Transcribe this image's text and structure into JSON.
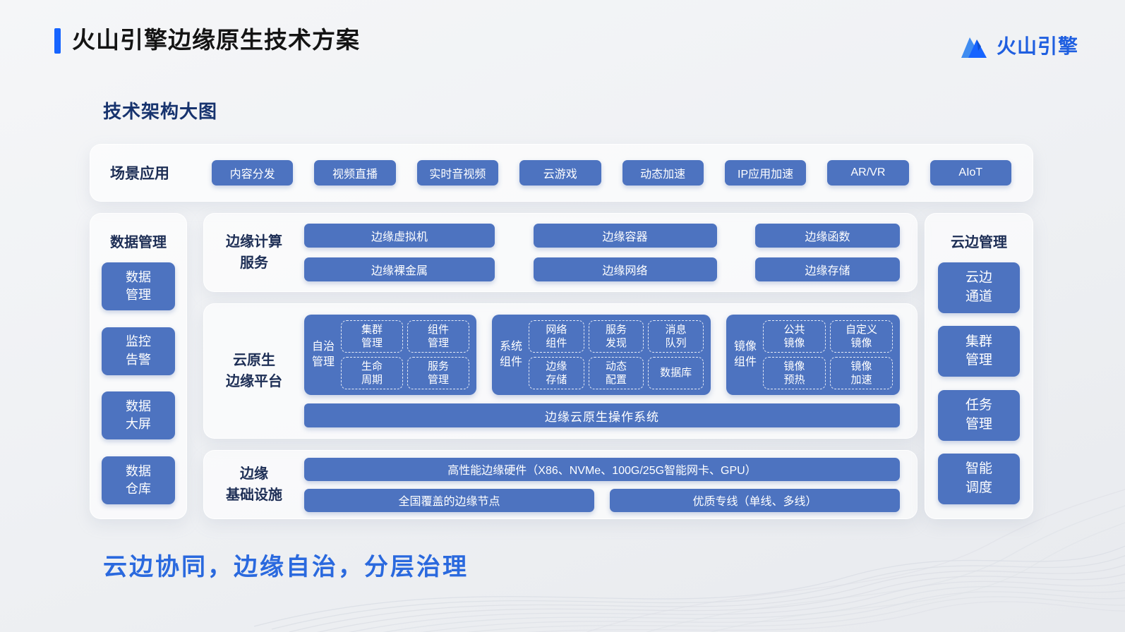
{
  "colors": {
    "accent_blue": "#4d73c0",
    "brand_blue": "#1664ff",
    "heading_navy": "#1d2e55",
    "slogan_blue": "#2a69de"
  },
  "header": {
    "title": "火山引擎边缘原生技术方案",
    "logo_text": "火山引擎"
  },
  "section_title": "技术架构大图",
  "scenario_panel": {
    "label": "场景应用",
    "items": [
      "内容分发",
      "视频直播",
      "实时音视频",
      "云游戏",
      "动态加速",
      "IP应用加速",
      "AR/VR",
      "AIoT"
    ]
  },
  "data_management_panel": {
    "label": "数据管理",
    "items": [
      [
        "数据",
        "管理"
      ],
      [
        "监控",
        "告警"
      ],
      [
        "数据",
        "大屏"
      ],
      [
        "数据",
        "仓库"
      ]
    ]
  },
  "edge_compute_panel": {
    "label": [
      "边缘计算",
      "服务"
    ],
    "items": [
      "边缘虚拟机",
      "边缘容器",
      "边缘函数",
      "边缘裸金属",
      "边缘网络",
      "边缘存储"
    ]
  },
  "cloud_native_panel": {
    "label": [
      "云原生",
      "边缘平台"
    ],
    "groups": [
      {
        "label": [
          "自治",
          "管理"
        ],
        "items": [
          [
            "集群",
            "管理"
          ],
          [
            "组件",
            "管理"
          ],
          [
            "生命",
            "周期"
          ],
          [
            "服务",
            "管理"
          ]
        ]
      },
      {
        "label": [
          "系统",
          "组件"
        ],
        "items": [
          [
            "网络",
            "组件"
          ],
          [
            "服务",
            "发现"
          ],
          [
            "消息",
            "队列"
          ],
          [
            "边缘",
            "存储"
          ],
          [
            "动态",
            "配置"
          ],
          [
            "数据库"
          ]
        ]
      },
      {
        "label": [
          "镜像",
          "组件"
        ],
        "items": [
          [
            "公共",
            "镜像"
          ],
          [
            "自定义",
            "镜像"
          ],
          [
            "镜像",
            "预热"
          ],
          [
            "镜像",
            "加速"
          ]
        ]
      }
    ],
    "os_bar": "边缘云原生操作系统"
  },
  "infrastructure_panel": {
    "label": [
      "边缘",
      "基础设施"
    ],
    "hardware_bar": "高性能边缘硬件（X86、NVMe、100G/25G智能网卡、GPU）",
    "bars": [
      "全国覆盖的边缘节点",
      "优质专线（单线、多线）"
    ]
  },
  "cloud_edge_panel": {
    "label": "云边管理",
    "items": [
      [
        "云边",
        "通道"
      ],
      [
        "集群",
        "管理"
      ],
      [
        "任务",
        "管理"
      ],
      [
        "智能",
        "调度"
      ]
    ]
  },
  "slogan": "云边协同，边缘自治，分层治理"
}
